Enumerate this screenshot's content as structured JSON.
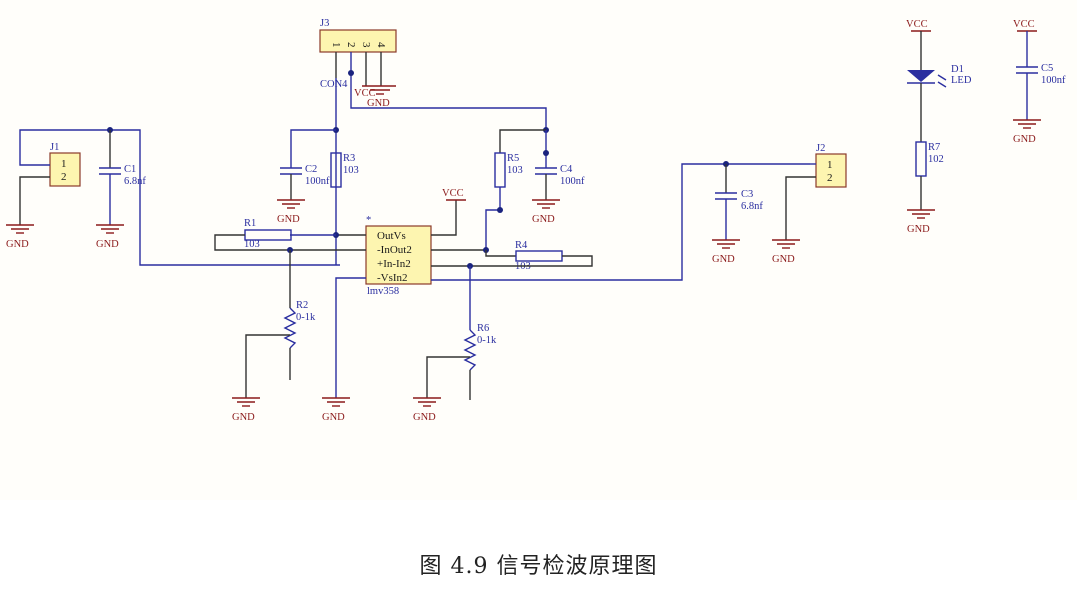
{
  "caption": "图 4.9 信号检波原理图",
  "components": {
    "J1": {
      "ref": "J1",
      "pins": [
        "1",
        "2"
      ]
    },
    "J2": {
      "ref": "J2",
      "pins": [
        "1",
        "2"
      ]
    },
    "J3": {
      "ref": "J3",
      "value": "CON4",
      "pins": [
        "1",
        "2",
        "3",
        "4"
      ]
    },
    "C1": {
      "ref": "C1",
      "value": "6.8nf"
    },
    "C2": {
      "ref": "C2",
      "value": "100nf"
    },
    "C3": {
      "ref": "C3",
      "value": "6.8nf"
    },
    "C4": {
      "ref": "C4",
      "value": "100nf"
    },
    "C5": {
      "ref": "C5",
      "value": "100nf"
    },
    "R1": {
      "ref": "R1",
      "value": "103"
    },
    "R2": {
      "ref": "R2",
      "value": "0-1k"
    },
    "R3": {
      "ref": "R3",
      "value": "103"
    },
    "R4": {
      "ref": "R4",
      "value": "103"
    },
    "R5": {
      "ref": "R5",
      "value": "103"
    },
    "R6": {
      "ref": "R6",
      "value": "0-1k"
    },
    "R7": {
      "ref": "R7",
      "value": "102"
    },
    "D1": {
      "ref": "D1",
      "value": "LED"
    },
    "U1": {
      "value": "lmv358",
      "marker": "*",
      "pins": [
        "OutVs",
        "-InOut2",
        "+In-In2",
        "-VsIn2"
      ]
    }
  },
  "power": {
    "vcc": "VCC",
    "gnd": "GND"
  }
}
